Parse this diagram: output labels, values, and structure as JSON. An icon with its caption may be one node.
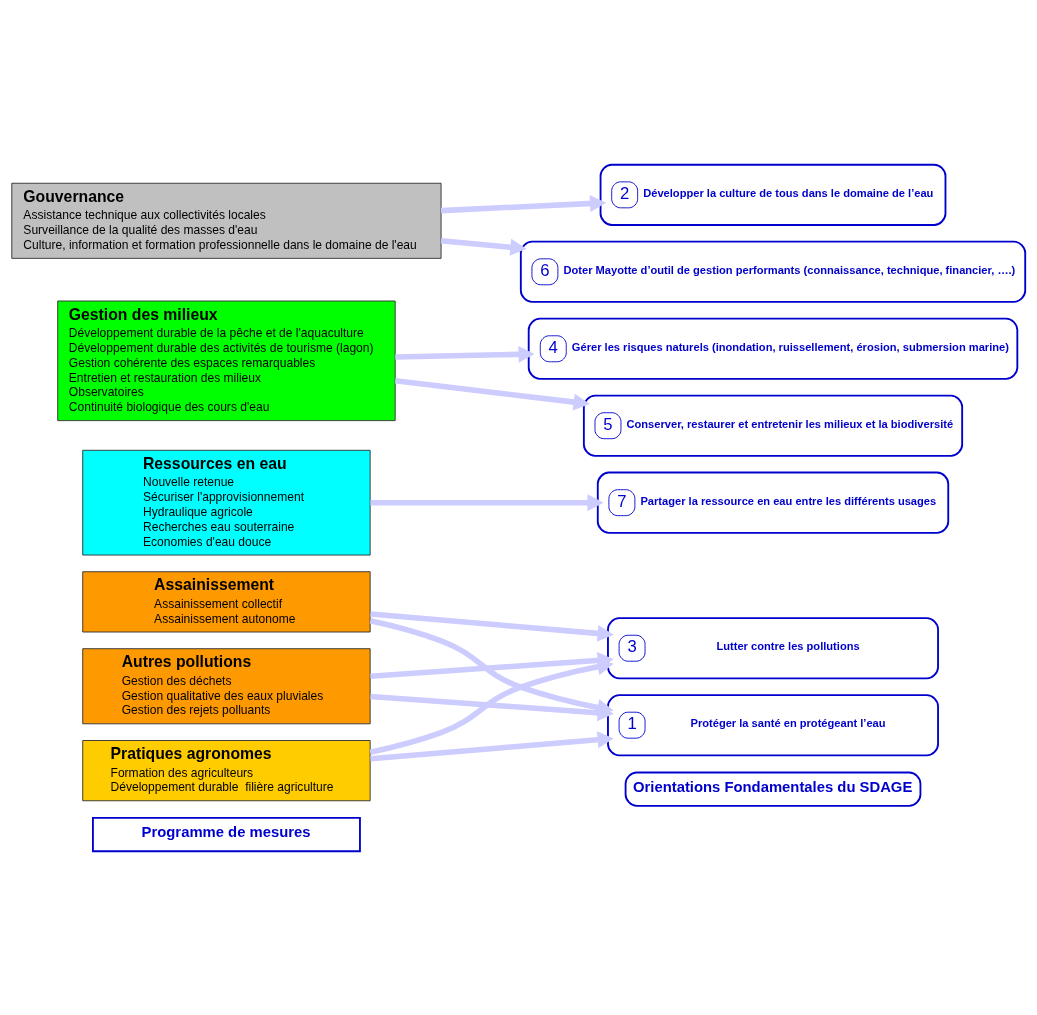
{
  "diagram": {
    "nodes": [
      {
        "text": [
          "Programme de mesures"
        ]
      },
      {
        "text": [
          "Orientations Fondamentales du SDAGE"
        ]
      },
      {
        "text": [
          "Assainissement",
          "Assainissement collectif",
          "Assainissement autonome"
        ]
      },
      {
        "text": [
          "Autres pollutions",
          "Gestion des déchets",
          "Gestion qualitative des eaux pluviales",
          "Gestion des rejets polluants"
        ]
      },
      {
        "text": [
          "Pratiques agronomes",
          "Formation des agriculteurs",
          "Développement durable  filière agriculture"
        ]
      },
      {
        "text": [
          "Ressources en eau",
          "Nouvelle retenue",
          "Sécuriser l'approvisionnement",
          "Hydraulique agricole",
          "Recherches eau souterraine",
          "Economies d'eau douce"
        ]
      },
      {
        "text": [
          "Gestion des milieux",
          "Développement durable de la pêche et de l'aquaculture",
          "Développement durable des activités de tourisme (lagon)",
          "Gestion cohérente des espaces remarquables",
          "Entretien et restauration des milieux",
          "Observatoires",
          "Continuité biologique des cours d'eau"
        ]
      },
      {
        "text": [
          "Gouvernance",
          "Assistance technique aux collectivités locales",
          "Surveillance de la qualité des masses d'eau",
          "Culture, information et formation professionnelle dans le domaine de l'eau"
        ]
      },
      {
        "text": [
          "3",
          "Lutter contre les pollutions"
        ]
      },
      {
        "text": [
          "1",
          "Protéger la santé en protégeant l’eau"
        ]
      },
      {
        "text": [
          "7",
          "Partager la ressource en eau entre les différents usages"
        ]
      },
      {
        "text": [
          "4",
          "Gérer les risques naturels (inondation, ruissellement, érosion, submersion marine)"
        ]
      },
      {
        "text": [
          "5",
          "Conserver, restaurer et entretenir les milieux et la biodiversité"
        ]
      },
      {
        "text": [
          "2",
          "Développer la culture de tous dans le domaine de l’eau"
        ]
      },
      {
        "text": [
          "6",
          "Doter Mayotte d’outil de gestion performants (connaissance, technique, financier, ….)"
        ]
      }
    ],
    "edges": [
      {
        "from": 2,
        "to": 8,
        "arrow": "to"
      },
      {
        "from": 2,
        "to": 9,
        "arrow": "to"
      },
      {
        "from": 3,
        "to": 8,
        "arrow": "to"
      },
      {
        "from": 3,
        "to": 9,
        "arrow": "to"
      },
      {
        "from": 4,
        "to": 8,
        "arrow": "to"
      },
      {
        "from": 4,
        "to": 9,
        "arrow": "to"
      },
      {
        "from": 5,
        "to": 10,
        "arrow": "to"
      },
      {
        "from": 6,
        "to": 11,
        "arrow": "to"
      },
      {
        "from": 6,
        "to": 12,
        "arrow": "to"
      },
      {
        "from": 7,
        "to": 13,
        "arrow": "to"
      },
      {
        "from": 7,
        "to": 14,
        "arrow": "to"
      }
    ]
  }
}
